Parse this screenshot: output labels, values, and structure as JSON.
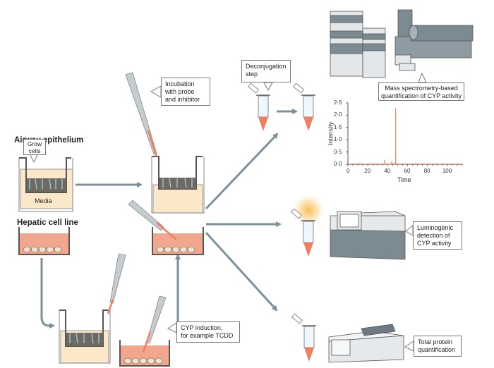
{
  "labels": {
    "airway_epithelium": "Airway epithelium",
    "hepatic_cell_line": "Hepatic cell line",
    "grow_cells": [
      "Grow",
      "cells"
    ],
    "media": "Media"
  },
  "callouts": {
    "incubation": [
      "Incubation",
      "with probe",
      "and inhibitor"
    ],
    "deconjugation": [
      "Deconjugation",
      "step"
    ],
    "mass_spec": [
      "Mass spectrometry-based",
      "quantification of CYP activity"
    ],
    "luminogenic": [
      "Luminogenic",
      "detection of",
      "CYP activity"
    ],
    "total_protein": [
      "Total protein",
      "quantification"
    ],
    "cyp_induction": [
      "CYP induction,",
      "for example TCDD"
    ]
  },
  "colors": {
    "arrow": "#7d8f99",
    "media": "#fbe8c9",
    "hepatic_media": "#f3a68e",
    "tube_liquid": "#f07e5f",
    "instrument_dark": "#7c8a92",
    "instrument_light": "#e6e9eb",
    "glow": "#f9c46b",
    "chart_line": "#f08a70"
  },
  "chart_data": {
    "type": "line",
    "title": "",
    "xlabel": "Time",
    "ylabel": "Intensity",
    "xlim": [
      0,
      115
    ],
    "ylim": [
      0,
      2.5
    ],
    "xticks": [
      0,
      20,
      40,
      60,
      80,
      100
    ],
    "yticks": [
      "0·0",
      "0·5",
      "1·0",
      "1·5",
      "2·0",
      "2·5"
    ],
    "ytick_values": [
      0,
      0.5,
      1.0,
      1.5,
      2.0,
      2.5
    ],
    "grid": false,
    "series": [
      {
        "name": "Intensity",
        "peaks": [
          {
            "x": 12,
            "y": 0.05
          },
          {
            "x": 37,
            "y": 0.18
          },
          {
            "x": 44,
            "y": 0.12
          },
          {
            "x": 46,
            "y": 0.06
          },
          {
            "x": 48,
            "y": 2.28
          },
          {
            "x": 57,
            "y": 0.03
          },
          {
            "x": 68,
            "y": 0.05
          }
        ]
      }
    ]
  }
}
